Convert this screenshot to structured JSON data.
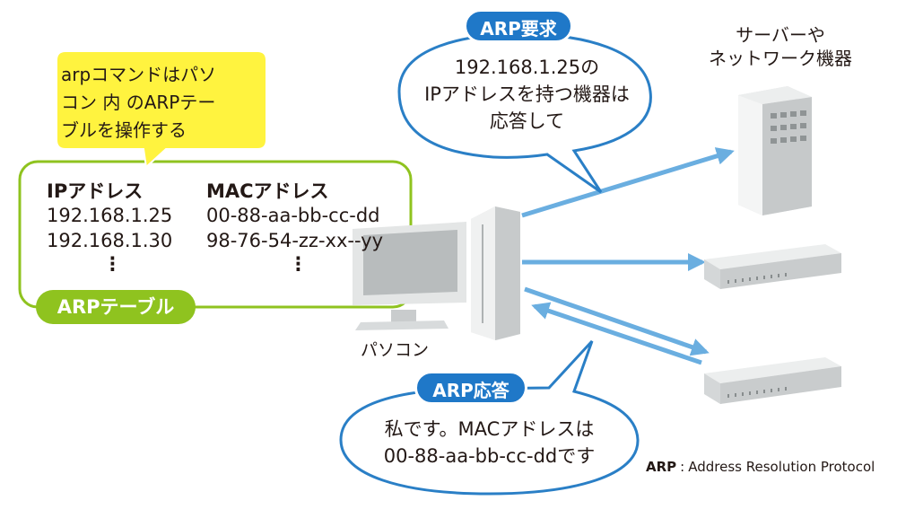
{
  "note": {
    "line1": "arpコマンドはパソ",
    "line2": "コン 内 のARPテー",
    "line3": "ブルを操作する"
  },
  "arp_table": {
    "badge": "ARPテーブル",
    "headers": [
      "IPアドレス",
      "MACアドレス"
    ],
    "rows": [
      [
        "192.168.1.25",
        "00-88-aa-bb-cc-dd"
      ],
      [
        "192.168.1.30",
        "98-76-54-zz-xx--yy"
      ]
    ],
    "ellipsis": "⋮"
  },
  "request": {
    "badge": "ARP要求",
    "line1": "192.168.1.25の",
    "line2": "IPアドレスを持つ機器は",
    "line3": "応答して"
  },
  "reply": {
    "badge": "ARP応答",
    "line1": "私です。MACアドレスは",
    "line2": "00-88-aa-bb-cc-ddです"
  },
  "pc_label": "パソコン",
  "server_label": {
    "line1": "サーバーや",
    "line2": "ネットワーク機器"
  },
  "legend": {
    "abbr": "ARP",
    "separator": ":",
    "full": "Address Resolution Protocol"
  },
  "colors": {
    "arrow": "#6aaee0",
    "bubble_border": "#2a7fc6",
    "note_fill": "#fff33f",
    "table_border": "#8fc31f",
    "badge_blue": "#1f78c8",
    "badge_green": "#8fc31f"
  }
}
